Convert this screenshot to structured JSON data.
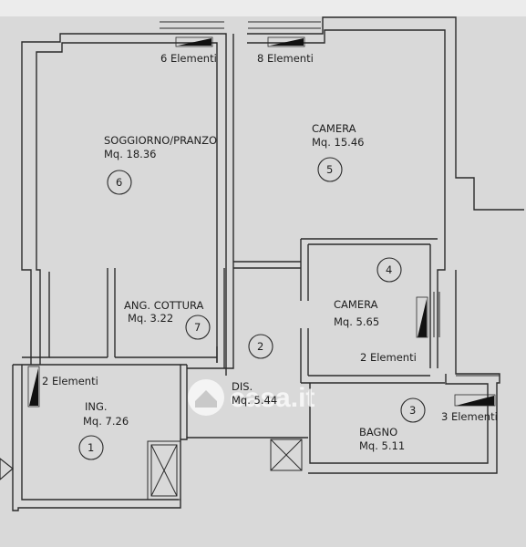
{
  "rooms": {
    "soggiorno": {
      "name": "SOGGIORNO/PRANZO",
      "area": "Mq. 18.36",
      "number": "6",
      "radiator": "6 Elementi"
    },
    "camera_big": {
      "name": "CAMERA",
      "area": "Mq. 15.46",
      "number": "5",
      "radiator": "8 Elementi"
    },
    "camera_small": {
      "name": "CAMERA",
      "area": "Mq. 5.65",
      "number": "4",
      "radiator": "2 Elementi"
    },
    "cottura": {
      "name": "ANG. COTTURA",
      "area": "Mq. 3.22",
      "number": "7"
    },
    "dis": {
      "name": "DIS.",
      "area": "Mq. 5.44",
      "number": "2"
    },
    "ingresso": {
      "name": "ING.",
      "area": "Mq. 7.26",
      "number": "1",
      "radiator": "2 Elementi"
    },
    "bagno": {
      "name": "BAGNO",
      "area": "Mq. 5.11",
      "number": "3",
      "radiator": "3 Elementi"
    }
  },
  "watermark": {
    "text": "casa.it"
  },
  "colors": {
    "paper": "#d9d9d9",
    "ink": "#2b2b2b",
    "radiator": "#111111"
  }
}
